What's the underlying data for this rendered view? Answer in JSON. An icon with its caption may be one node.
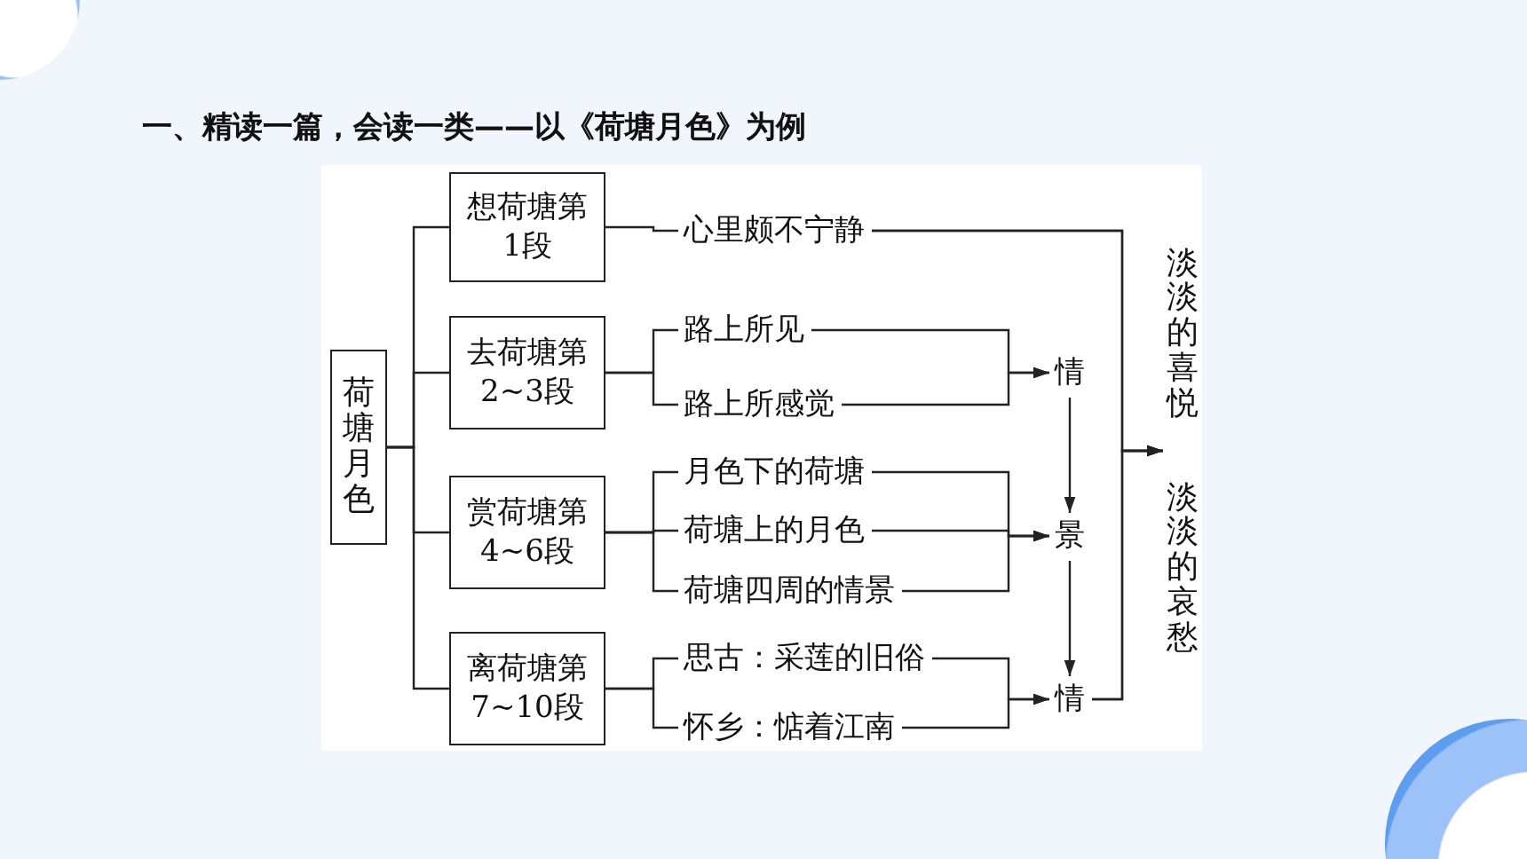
{
  "diagram": {
    "title": "一、精读一篇，会读一类——以《荷塘月色》为例",
    "nodes": [
      {
        "text": [
          "荷塘月色"
        ]
      },
      {
        "text": [
          "想荷塘第1段"
        ]
      },
      {
        "text": [
          "去荷塘第2~3段"
        ]
      },
      {
        "text": [
          "赏荷塘第4~6段"
        ]
      },
      {
        "text": [
          "离荷塘第7~10段"
        ]
      },
      {
        "text": [
          "心里颇不宁静"
        ]
      },
      {
        "text": [
          "路上所见"
        ]
      },
      {
        "text": [
          "路上所感觉"
        ]
      },
      {
        "text": [
          "月色下的荷塘"
        ]
      },
      {
        "text": [
          "荷塘上的月色"
        ]
      },
      {
        "text": [
          "荷塘四周的情景"
        ]
      },
      {
        "text": [
          "思古：采莲的旧俗"
        ]
      },
      {
        "text": [
          "怀乡：惦着江南"
        ]
      },
      {
        "text": [
          "情"
        ]
      },
      {
        "text": [
          "景"
        ]
      },
      {
        "text": [
          "情"
        ]
      },
      {
        "text": [
          "淡淡的喜悦"
        ]
      },
      {
        "text": [
          "淡淡的哀愁"
        ]
      }
    ],
    "edges": [
      {
        "from": 0,
        "to": 1,
        "arrow": "none"
      },
      {
        "from": 0,
        "to": 2,
        "arrow": "none"
      },
      {
        "from": 0,
        "to": 3,
        "arrow": "none"
      },
      {
        "from": 0,
        "to": 4,
        "arrow": "none"
      },
      {
        "from": 1,
        "to": 5,
        "arrow": "none"
      },
      {
        "from": 2,
        "to": 6,
        "arrow": "none"
      },
      {
        "from": 2,
        "to": 7,
        "arrow": "none"
      },
      {
        "from": 3,
        "to": 8,
        "arrow": "none"
      },
      {
        "from": 3,
        "to": 9,
        "arrow": "none"
      },
      {
        "from": 3,
        "to": 10,
        "arrow": "none"
      },
      {
        "from": 4,
        "to": 11,
        "arrow": "none"
      },
      {
        "from": 4,
        "to": 12,
        "arrow": "none"
      },
      {
        "from": 6,
        "to": 13,
        "arrow": "to"
      },
      {
        "from": 7,
        "to": 13,
        "arrow": "to"
      },
      {
        "from": 8,
        "to": 14,
        "arrow": "to"
      },
      {
        "from": 9,
        "to": 14,
        "arrow": "to"
      },
      {
        "from": 10,
        "to": 14,
        "arrow": "to"
      },
      {
        "from": 11,
        "to": 15,
        "arrow": "to"
      },
      {
        "from": 12,
        "to": 15,
        "arrow": "to"
      },
      {
        "from": 13,
        "to": 14,
        "arrow": "to"
      },
      {
        "from": 14,
        "to": 15,
        "arrow": "to"
      },
      {
        "from": 5,
        "to": 16,
        "arrow": "to"
      },
      {
        "from": 5,
        "to": 17,
        "arrow": "to"
      },
      {
        "from": 15,
        "to": 16,
        "arrow": "to"
      },
      {
        "from": 15,
        "to": 17,
        "arrow": "to"
      }
    ]
  }
}
